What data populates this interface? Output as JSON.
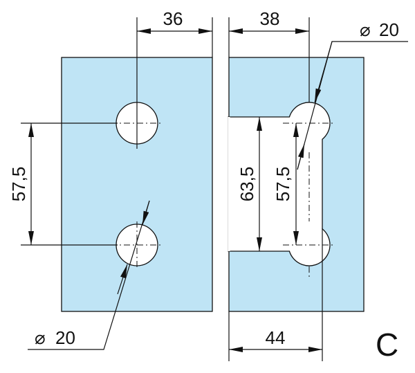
{
  "colors": {
    "plate": "#bfe4f5",
    "line": "#111111"
  },
  "dimensions": {
    "left_width": "36",
    "right_width": "38",
    "diameter_top": "20",
    "diameter_bottom": "20",
    "diameter_symbol": "⌀",
    "left_hole_spacing": "57,5",
    "notch_height": "63,5",
    "right_hole_spacing": "57,5",
    "notch_depth": "44"
  },
  "variant_label": "C"
}
